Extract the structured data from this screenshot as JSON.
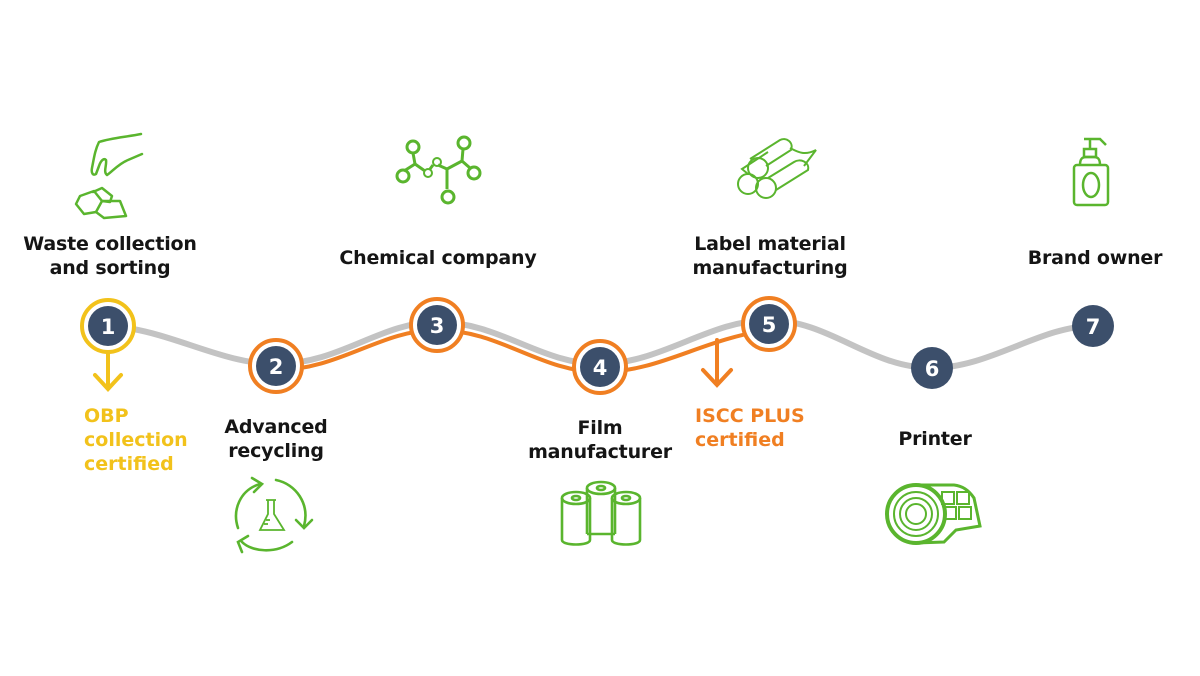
{
  "colors": {
    "node_fill": "#3c4f6b",
    "track_grey": "#c3c3c3",
    "orange": "#f07f22",
    "yellow": "#f2c21b",
    "icon_green": "#5ab52e",
    "text": "#151515"
  },
  "steps": [
    {
      "number": "1",
      "label_line1": "Waste collection",
      "label_line2": "and sorting",
      "icon": "hand-dropping-waste-icon",
      "ring": "yellow"
    },
    {
      "number": "2",
      "label_line1": "Advanced",
      "label_line2": "recycling",
      "icon": "recycling-flask-icon",
      "ring": "orange"
    },
    {
      "number": "3",
      "label_line1": "Chemical company",
      "label_line2": "",
      "icon": "molecule-icon",
      "ring": "orange"
    },
    {
      "number": "4",
      "label_line1": "Film",
      "label_line2": "manufacturer",
      "icon": "film-rolls-icon",
      "ring": "orange"
    },
    {
      "number": "5",
      "label_line1": "Label material",
      "label_line2": "manufacturing",
      "icon": "label-rolls-icon",
      "ring": "orange"
    },
    {
      "number": "6",
      "label_line1": "Printer",
      "label_line2": "",
      "icon": "printed-roll-icon",
      "ring": "none"
    },
    {
      "number": "7",
      "label_line1": "Brand owner",
      "label_line2": "",
      "icon": "pump-bottle-icon",
      "ring": "none"
    }
  ],
  "certifications": [
    {
      "line1": "OBP",
      "line2": "collection",
      "line3": "certified",
      "color": "yellow",
      "applies_to": "step 1"
    },
    {
      "line1": "ISCC PLUS",
      "line2": "certified",
      "color": "orange",
      "applies_to": "steps 2-5"
    }
  ]
}
